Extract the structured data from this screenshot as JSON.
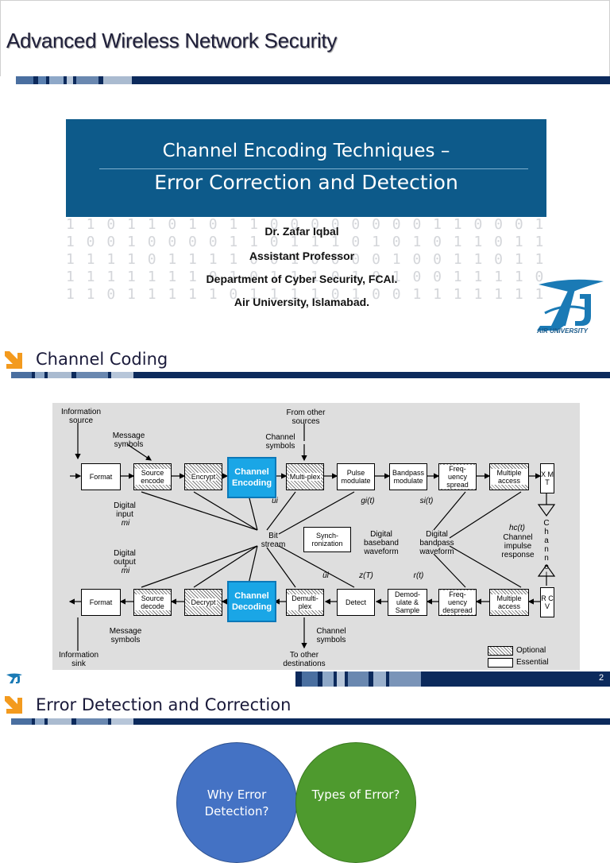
{
  "slide1": {
    "header_title": "Advanced Wireless Network Security",
    "box_title_line1": "Channel Encoding Techniques –",
    "box_title_line2": "Error Correction and Detection",
    "author": {
      "name": "Dr. Zafar Iqbal",
      "role": "Assistant Professor",
      "department": "Department of Cyber Security, FCAI.",
      "university": "Air University, Islamabad."
    },
    "logo_text": "AIR UNIVERSITY"
  },
  "slide2": {
    "section_title": "Channel Coding",
    "page_number": "2",
    "diagram": {
      "top_labels": {
        "info_source": "Information source",
        "message_symbols": "Message symbols",
        "from_other_sources": "From other sources",
        "channel_symbols": "Channel symbols",
        "digital_input": "Digital input",
        "digital_input_var": "mi",
        "ui": "ui",
        "gi": "gi(t)",
        "si": "si(t)"
      },
      "top_blocks": {
        "format": "Format",
        "source_encode": "Source encode",
        "encrypt": "Encrypt",
        "channel_encoding": "Channel Encoding",
        "multiplex": "Multi-plex",
        "pulse_modulate": "Pulse modulate",
        "bandpass_modulate": "Bandpass modulate",
        "freq_spread": "Freq-uency spread",
        "multiple_access": "Multiple access",
        "xmt": "X M T"
      },
      "middle_labels": {
        "bit_stream": "Bit stream",
        "sync": "Synch-ronization",
        "digital_baseband": "Digital baseband waveform",
        "digital_bandpass": "Digital bandpass waveform",
        "hc": "hc(t)",
        "channel_impulse": "Channel impulse response",
        "channel_vertical": "C h a n n e l",
        "digital_output": "Digital output",
        "digital_output_var": "m̂i",
        "zt": "z(T)",
        "rt": "r(t)",
        "ui_hat": "ûi"
      },
      "bottom_blocks": {
        "format": "Format",
        "source_decode": "Source decode",
        "decrypt": "Decrypt",
        "channel_decoding": "Channel Decoding",
        "demultiplex": "Demulti-plex",
        "detect": "Detect",
        "demodulate": "Demod-ulate & Sample",
        "freq_despread": "Freq-uency despread",
        "multiple_access": "Multiple access",
        "rcv": "R C V"
      },
      "bottom_labels": {
        "message_symbols": "Message symbols",
        "info_sink": "Information sink",
        "to_other_destinations": "To other destinations",
        "channel_symbols": "Channel symbols"
      },
      "legend": {
        "optional": "Optional",
        "essential": "Essential"
      }
    }
  },
  "slide3": {
    "section_title": "Error Detection and Correction",
    "circles": [
      {
        "label": "Why Error Detection?",
        "color": "#4472c4"
      },
      {
        "label": "Types of Error?",
        "color": "#4e9a2e"
      }
    ]
  },
  "colors": {
    "navy": "#0c2a5c",
    "box_blue": "#0d5a8a",
    "channel_block": "#1aa6e6",
    "arrow_orange": "#f39a1e"
  }
}
